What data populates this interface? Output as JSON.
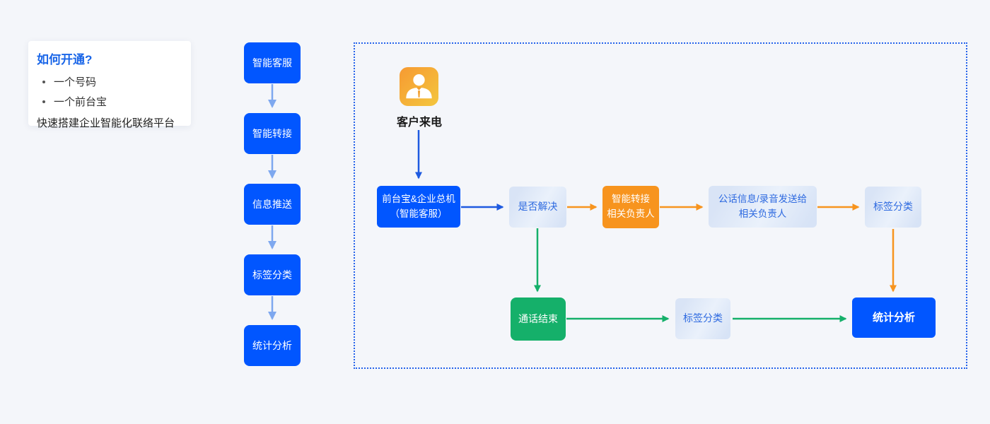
{
  "info_card": {
    "title": "如何开通?",
    "bullets": [
      "一个号码",
      "一个前台宝"
    ],
    "footer": "快速搭建企业智能化联络平台"
  },
  "pipeline": {
    "steps": [
      "智能客服",
      "智能转接",
      "信息推送",
      "标签分类",
      "统计分析"
    ]
  },
  "flow": {
    "caller_label": "客户来电",
    "gateway": {
      "line1": "前台宝&企业总机",
      "line2": "（智能客服）"
    },
    "resolved": "是否解决",
    "transfer": {
      "line1": "智能转接",
      "line2": "相关负责人"
    },
    "send_info": {
      "line1": "公话信息/录音发送给",
      "line2": "相关负责人"
    },
    "tag_top": "标签分类",
    "stats": "统计分析",
    "call_end": "通话结束",
    "tag_bottom": "标签分类"
  },
  "colors": {
    "background": "#f4f6fa",
    "primary_blue": "#0156ff",
    "arrow_blue": "#1e5ae0",
    "connector_light_blue": "#7ea8ef",
    "orange": "#f7941e",
    "green": "#15b06a",
    "light_node_bg": "#dce6f7",
    "node_text_blue": "#2e6ae0",
    "dotted_border": "#2563eb",
    "card_title_blue": "#1a66e8",
    "icon_gradient_start": "#f79a32",
    "icon_gradient_end": "#f3c63e"
  }
}
